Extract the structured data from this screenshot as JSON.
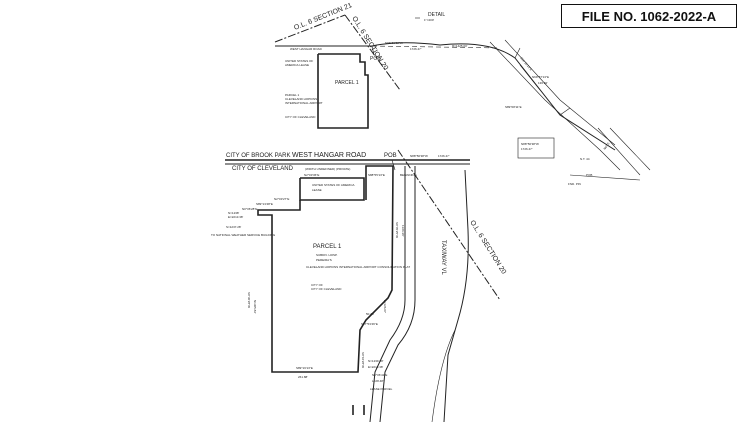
{
  "file_number": "FILE NO. 1062-2022-A",
  "detail_title": "DETAIL",
  "detail_scale": "1\"=200'",
  "parcel_1": "PARCEL 1",
  "pob": "POB",
  "road_name": "WEST HANGAR ROAD",
  "road_sub": "(WIDTH UNDEFINED) (PRIVATE)",
  "city_north": "CITY OF BROOK PARK",
  "city_south": "CITY OF CLEVELAND",
  "taxiway": "TAXIWAY VL",
  "section_line_main": "O.L. 6 SECTION 20",
  "section_line_detail_a": "O.L. 6 SECTION 21",
  "section_line_detail_b": "O.L. 6 SECTION 20",
  "owner_usa": "UNITED STATES OF AMERICA",
  "owner_cle": "CITY OF CLEVELAND",
  "owner_cle_hopkins": "CLEVELAND HOPKINS INTERNATIONAL AIRPORT CONSOLIDATION PLAT",
  "weather_bldg": "TO NATIONAL WEATHER SERVICE BUILDING",
  "fnd_pin": "FND. PIN"
}
